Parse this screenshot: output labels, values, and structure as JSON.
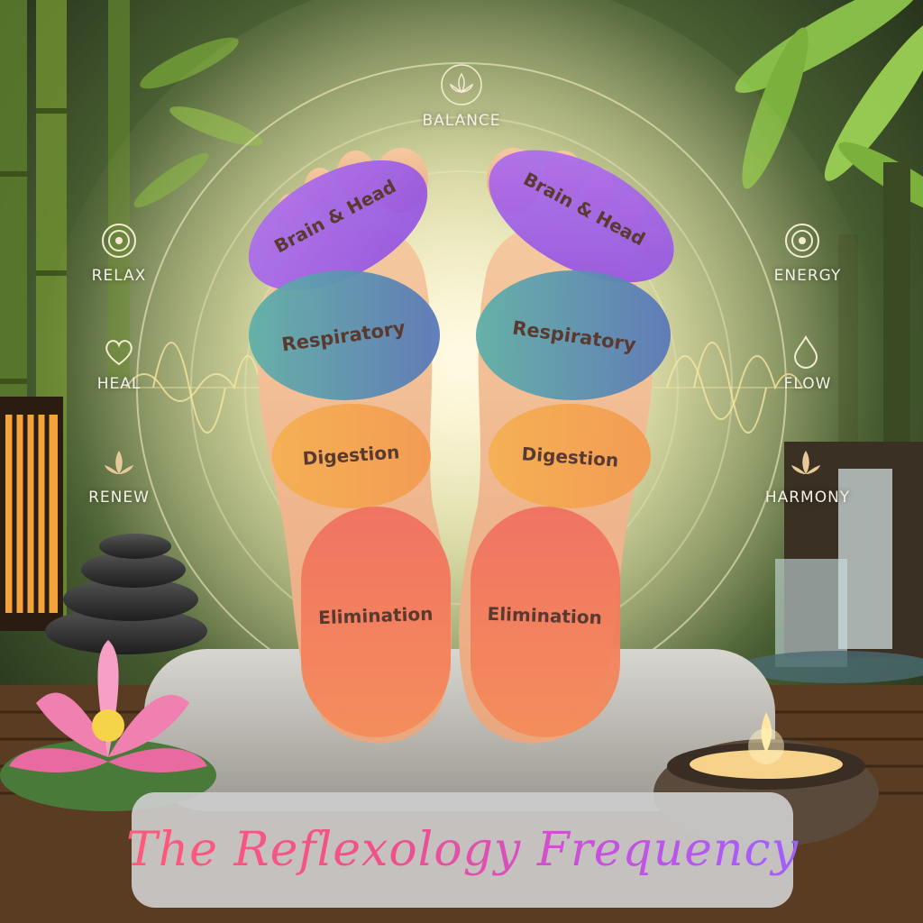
{
  "top_label": "BALANCE",
  "left_labels": {
    "relax": "RELAX",
    "heal": "HEAL",
    "renew": "RENEW"
  },
  "right_labels": {
    "energy": "ENERGY",
    "flow": "FLOW",
    "harmony": "HARMONY"
  },
  "zones": {
    "head": "Brain & Head",
    "respiratory": "Respiratory",
    "digestion": "Digestion",
    "elimination": "Elimination"
  },
  "title": "The Reflexology Frequency",
  "icons": {
    "balance": "lotus-icon",
    "relax": "concentric-circle-icon",
    "heal": "heart-icon",
    "renew": "lotus-icon",
    "energy": "concentric-circle-icon",
    "flow": "water-drop-icon",
    "harmony": "lotus-icon"
  },
  "colors": {
    "head_zone": "#a060e8",
    "respiratory_zone": "#5a9ab0",
    "digestion_zone": "#f0a850",
    "elimination_zone": "#f07858",
    "background": "#3a4a2a",
    "glow": "#fff6d8"
  }
}
